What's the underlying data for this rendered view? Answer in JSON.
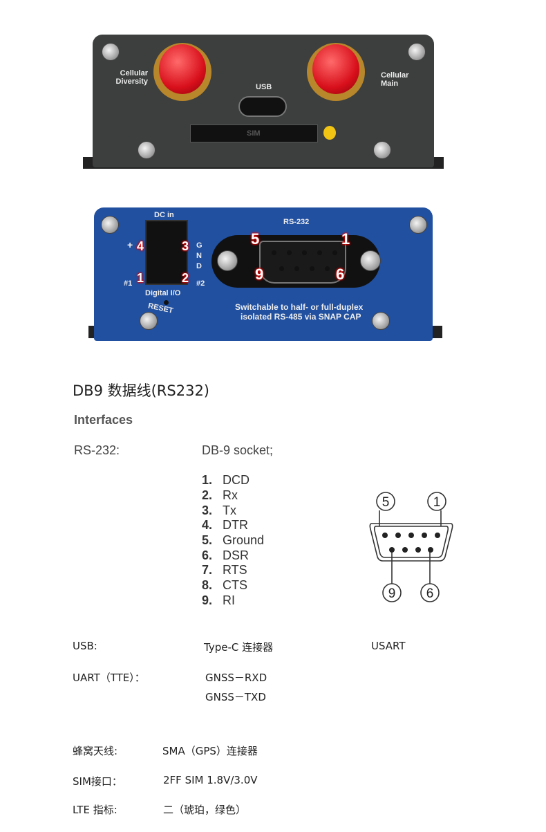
{
  "front_panel": {
    "label_cellular_diversity": "Cellular Diversity",
    "label_cellular_main": "Cellular Main",
    "label_usb": "USB",
    "label_sim": "SIM"
  },
  "rear_panel": {
    "label_dc_in": "DC in",
    "label_rs232": "RS-232",
    "label_plus": "+",
    "label_gnd": "GND",
    "label_hash1": "#1",
    "label_hash2": "#2",
    "label_digital_io": "Digital I/O",
    "label_reset": "RESET",
    "pin_labels": [
      "4",
      "3",
      "1",
      "2"
    ],
    "db9_labels": [
      "5",
      "1",
      "9",
      "6"
    ],
    "caption_line1": "Switchable to half- or full-duplex",
    "caption_line2": "isolated RS-485 via SNAP CAP"
  },
  "heading": "DB9 数据线(RS232)",
  "interfaces": {
    "title": "Interfaces",
    "rs232_label": "RS-232:",
    "rs232_value": "DB-9 socket;",
    "pins": [
      {
        "num": "1.",
        "name": "DCD"
      },
      {
        "num": "2.",
        "name": "Rx"
      },
      {
        "num": "3.",
        "name": "Tx"
      },
      {
        "num": "4.",
        "name": "DTR"
      },
      {
        "num": "5.",
        "name": "Ground"
      },
      {
        "num": "6.",
        "name": "DSR"
      },
      {
        "num": "7.",
        "name": "RTS"
      },
      {
        "num": "8.",
        "name": "CTS"
      },
      {
        "num": "9.",
        "name": "RI"
      }
    ],
    "diagram_labels": [
      "5",
      "1",
      "9",
      "6"
    ]
  },
  "specs": {
    "usb_label": "USB:",
    "usb_value": "Type-C 连接器",
    "usb_extra": "USART",
    "uart_label": "UART（TTE）：",
    "uart_values": [
      "GNSS－RXD",
      "GNSS－TXD"
    ],
    "antenna_label": "蜂窝天线:",
    "antenna_value": "SMA（GPS）连接器",
    "sim_label": "SIM接口：",
    "sim_value": "2FF SIM 1.8V/3.0V",
    "lte_label": "LTE 指标:",
    "lte_value": "二（琥珀，绿色）"
  }
}
